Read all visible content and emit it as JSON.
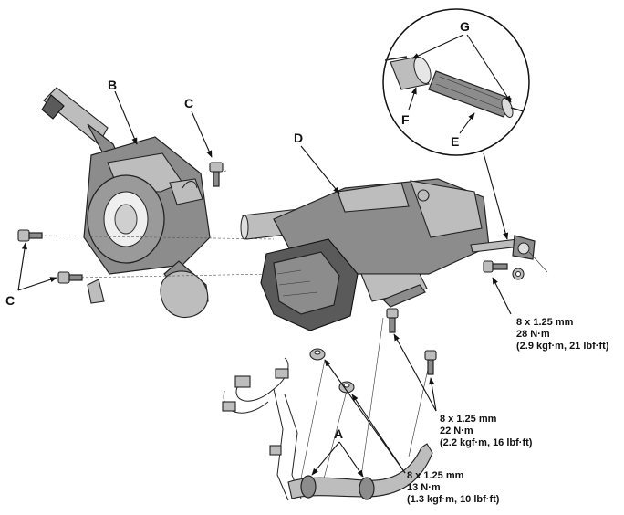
{
  "callouts": {
    "a": "A",
    "b": "B",
    "c_top": "C",
    "c_left": "C",
    "d": "D",
    "e": "E",
    "f": "F",
    "g": "G"
  },
  "specs": {
    "top_right": {
      "size": "8 x 1.25 mm",
      "torque": "28 N·m",
      "alt": "(2.9 kgf·m, 21 lbf·ft)"
    },
    "middle": {
      "size": "8 x 1.25 mm",
      "torque": "22 N·m",
      "alt": "(2.2 kgf·m, 16 lbf·ft)"
    },
    "bottom": {
      "size": "8 x 1.25 mm",
      "torque": "13 N·m",
      "alt": "(1.3 kgf·m, 10 lbf·ft)"
    }
  }
}
